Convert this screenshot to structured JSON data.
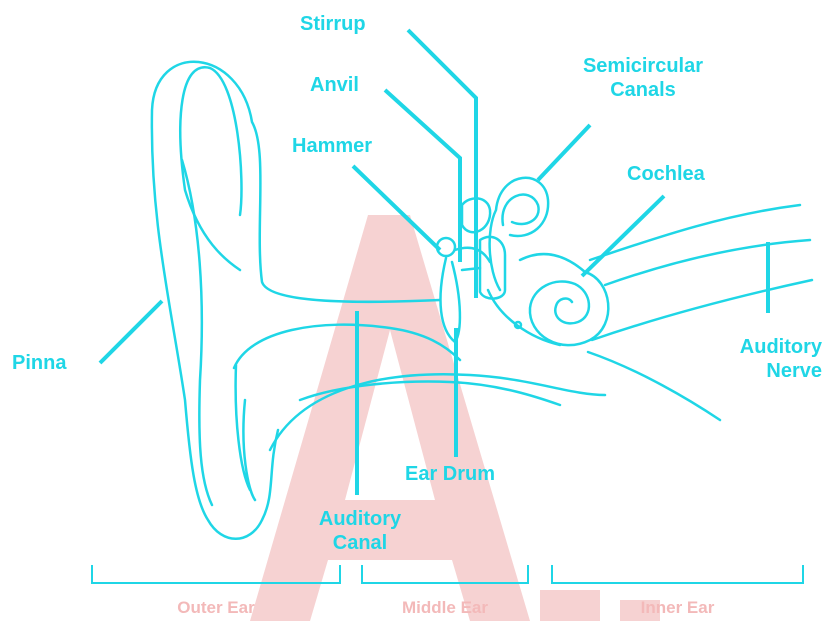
{
  "colors": {
    "line": "#1fd6e6",
    "watermark": "#f6d2d2",
    "region_text": "#f3b9b9"
  },
  "labels": {
    "stirrup": "Stirrup",
    "anvil": "Anvil",
    "hammer": "Hammer",
    "semicircular": "Semicircular\nCanals",
    "cochlea": "Cochlea",
    "pinna": "Pinna",
    "auditory_nerve": "Auditory\nNerve",
    "ear_drum": "Ear Drum",
    "auditory_canal": "Auditory\nCanal"
  },
  "regions": {
    "outer": "Outer Ear",
    "middle": "Middle Ear",
    "inner": "Inner Ear"
  }
}
